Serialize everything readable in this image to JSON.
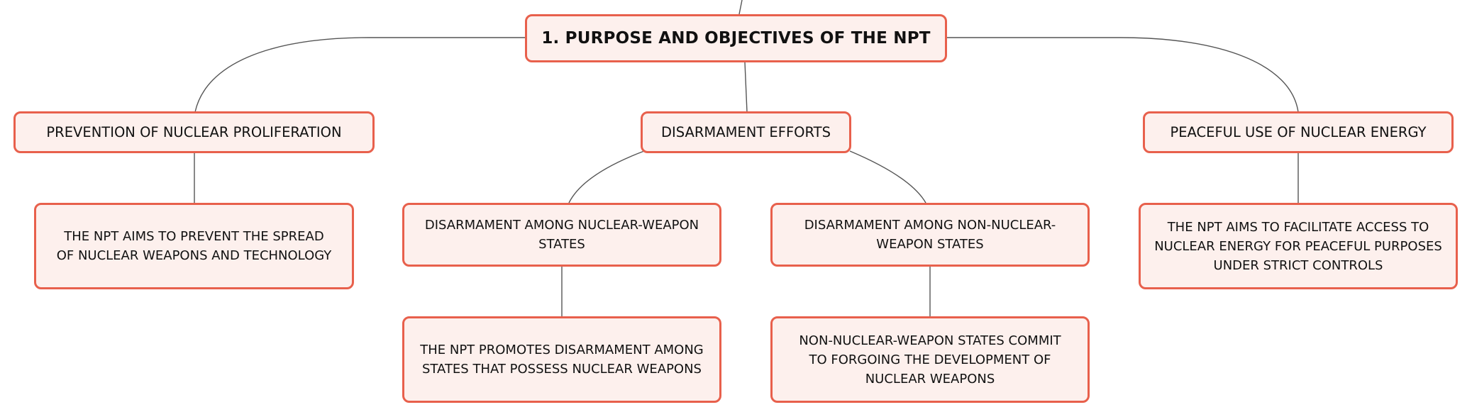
{
  "root": {
    "label": "1. PURPOSE AND OBJECTIVES OF THE NPT"
  },
  "topics": [
    {
      "label": "PREVENTION OF NUCLEAR PROLIFERATION"
    },
    {
      "label": "DISARMAMENT EFFORTS"
    },
    {
      "label": "PEACEFUL USE OF NUCLEAR ENERGY"
    }
  ],
  "subtopics": [
    {
      "label": "THE NPT AIMS TO PREVENT THE SPREAD OF NUCLEAR WEAPONS AND TECHNOLOGY"
    },
    {
      "label": "DISARMAMENT AMONG NUCLEAR-WEAPON STATES"
    },
    {
      "label": "DISARMAMENT AMONG NON-NUCLEAR-WEAPON STATES"
    },
    {
      "label": "THE NPT AIMS TO FACILITATE ACCESS TO NUCLEAR ENERGY FOR PEACEFUL PURPOSES UNDER STRICT CONTROLS"
    },
    {
      "label": "THE NPT PROMOTES DISARMAMENT AMONG STATES THAT POSSESS NUCLEAR WEAPONS"
    },
    {
      "label": "NON-NUCLEAR-WEAPON STATES COMMIT TO FORGOING THE DEVELOPMENT OF NUCLEAR WEAPONS"
    }
  ],
  "colors": {
    "node_border": "#e8604c",
    "node_fill": "#fdf0ed",
    "connector": "#555555"
  }
}
